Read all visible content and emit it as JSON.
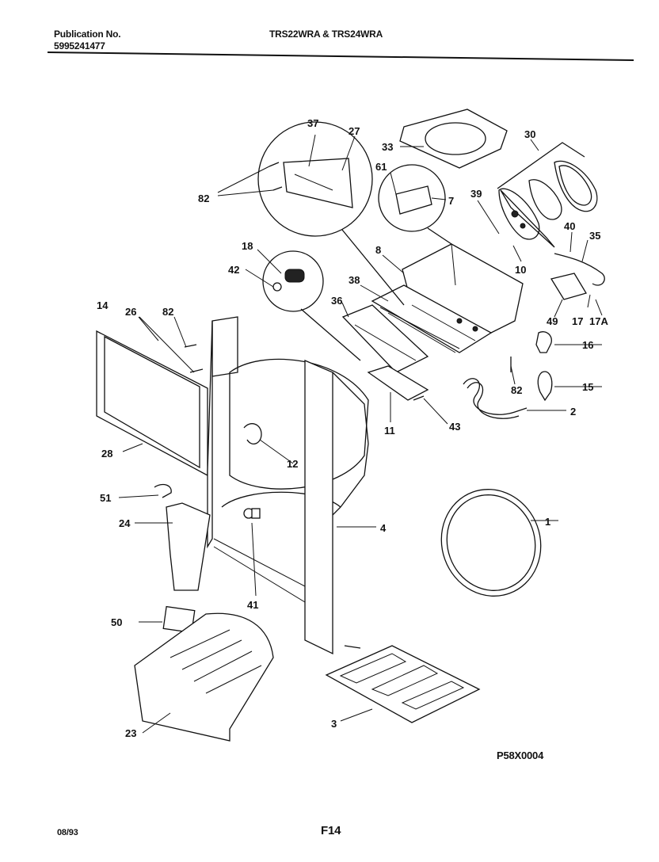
{
  "header": {
    "publication_label": "Publication No.",
    "publication_number": "5995241477",
    "model": "TRS22WRA & TRS24WRA"
  },
  "footer": {
    "date": "08/93",
    "page_id": "F14",
    "drawing_id": "P58X0004"
  },
  "callouts": {
    "c1": "1",
    "c2": "2",
    "c3": "3",
    "c4": "4",
    "c7": "7",
    "c8": "8",
    "c10": "10",
    "c11": "11",
    "c12": "12",
    "c14": "14",
    "c15": "15",
    "c16": "16",
    "c17": "17",
    "c17a": "17A",
    "c18": "18",
    "c23": "23",
    "c24": "24",
    "c26": "26",
    "c27": "27",
    "c28": "28",
    "c30": "30",
    "c33": "33",
    "c35": "35",
    "c36": "36",
    "c37": "37",
    "c38": "38",
    "c39": "39",
    "c40": "40",
    "c41": "41",
    "c42": "42",
    "c43": "43",
    "c49": "49",
    "c50": "50",
    "c51": "51",
    "c61": "61",
    "c82a": "82",
    "c82b": "82",
    "c82c": "82"
  }
}
